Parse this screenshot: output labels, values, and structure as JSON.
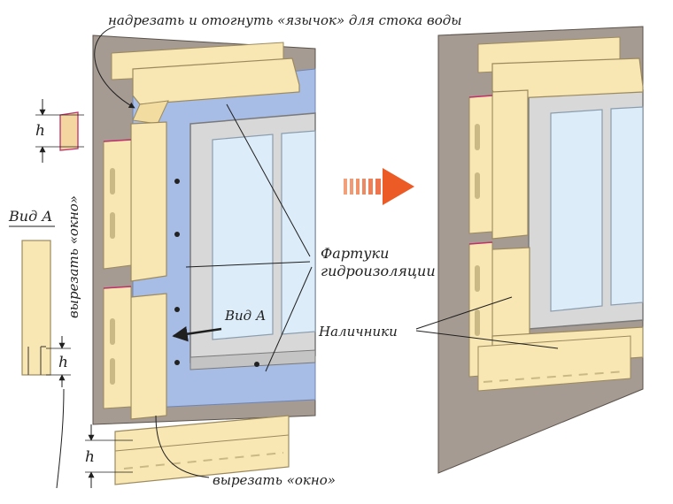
{
  "labels": {
    "top_note": "надрезать и отогнуть «язычок» для стока воды",
    "view_a_title": "Вид А",
    "cut_window_vertical": "вырезать «окно»",
    "aprons_line1": "Фартуки",
    "aprons_line2": "гидроизоляции",
    "view_a_pointer": "Вид А",
    "trims": "Наличники",
    "cut_window_bottom": "вырезать «окно»",
    "dim_h": "h"
  },
  "colors": {
    "wall": "#a59b92",
    "siding": "#f8e7b3",
    "siding_edge": "#9c8a5e",
    "membrane": "#a7bde6",
    "window_frame": "#d8d8d8",
    "glass": "#dcecf8",
    "arrow_orange": "#ee6a33",
    "cut_accent": "#c0306b"
  }
}
